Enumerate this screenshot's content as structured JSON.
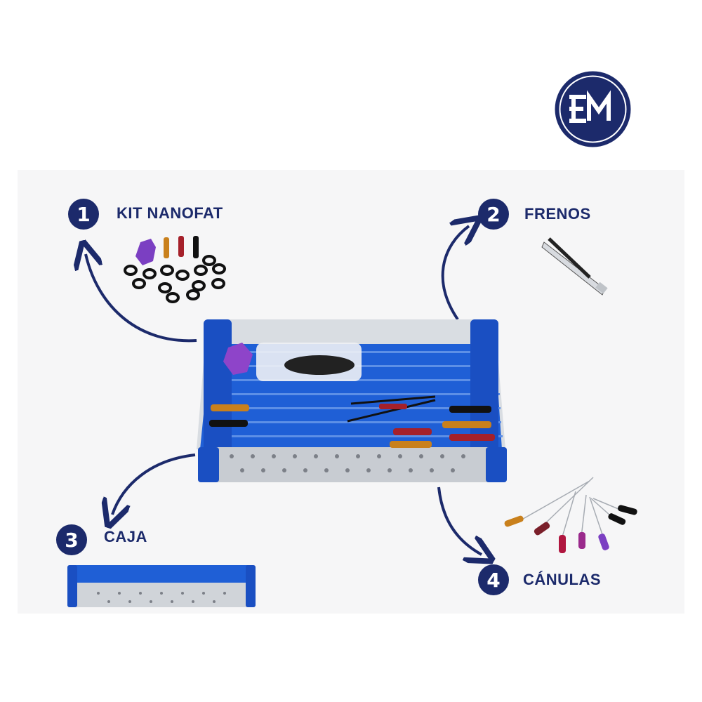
{
  "brand": {
    "logo_text": "EM",
    "color": "#1c2a6b"
  },
  "callouts": [
    {
      "number": "1",
      "label": "KIT NANOFAT",
      "icon": "nanofat-kit-icon"
    },
    {
      "number": "2",
      "label": "FRENOS",
      "icon": "brake-clip-icon"
    },
    {
      "number": "3",
      "label": "CAJA",
      "icon": "tray-box-icon"
    },
    {
      "number": "4",
      "label": "CÁNULAS",
      "icon": "cannula-icon"
    }
  ],
  "colors": {
    "badge": "#1c2a6b",
    "tray_blue": "#1f5fd6",
    "steel": "#cfd3d8",
    "gold": "#c9801c",
    "red": "#a5202a",
    "black": "#111111",
    "purple": "#8e44c9"
  }
}
